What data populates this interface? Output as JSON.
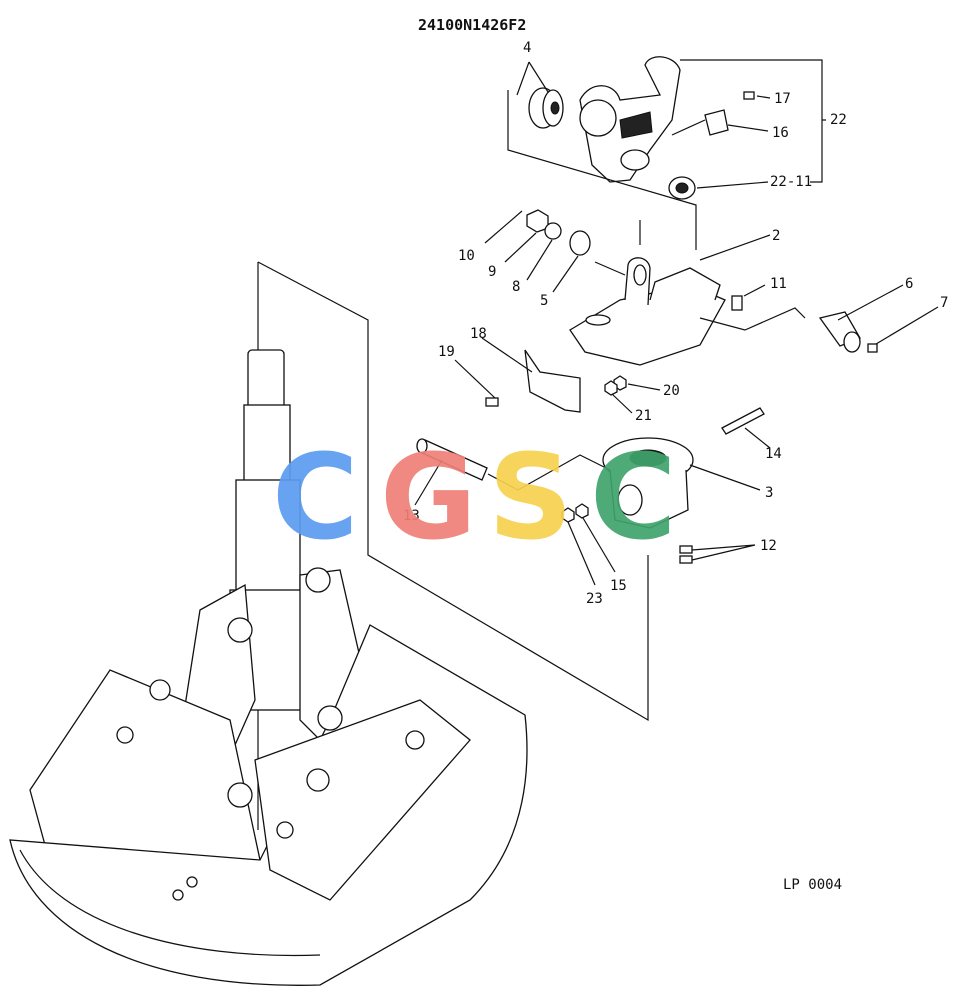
{
  "diagram_code": "24100N1426F2",
  "sheet_code": "LP 0004",
  "watermark": {
    "letters": [
      "C",
      "G",
      "S",
      "C"
    ],
    "colors": [
      "#5b9cf0",
      "#ef7f78",
      "#f7d14f",
      "#3fa36b"
    ]
  },
  "callouts": {
    "c2": "2",
    "c3": "3",
    "c4": "4",
    "c5": "5",
    "c6": "6",
    "c7": "7",
    "c8": "8",
    "c9": "9",
    "c10": "10",
    "c11": "11",
    "c12": "12",
    "c13": "13",
    "c14": "14",
    "c15": "15",
    "c16": "16",
    "c17": "17",
    "c18": "18",
    "c19": "19",
    "c20": "20",
    "c21": "21",
    "c22": "22",
    "c22_11": "22-11",
    "c23": "23"
  }
}
